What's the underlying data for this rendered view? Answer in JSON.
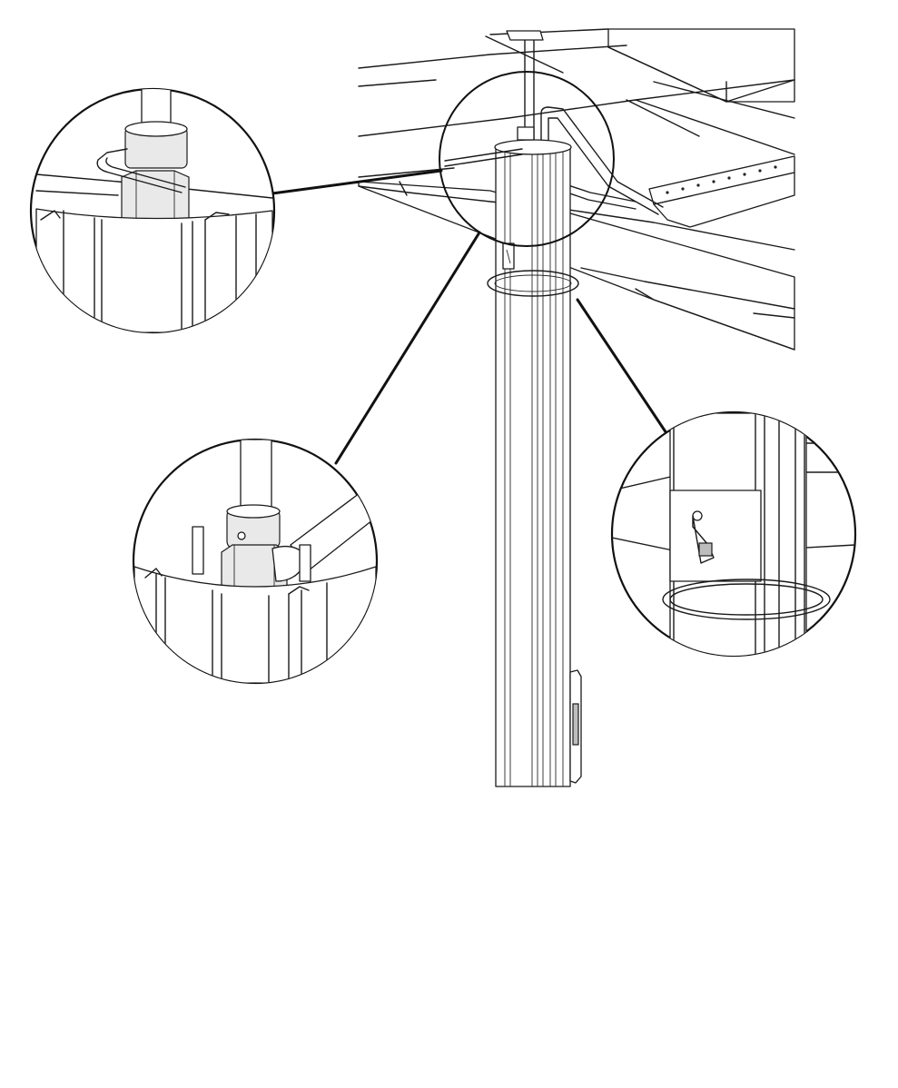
{
  "figure": {
    "background": "#ffffff",
    "line_color": "#1a1a1a",
    "components": [
      "ceiling-grid",
      "threaded-rod",
      "cable-tray",
      "column-pole",
      "ceiling-trim-ring",
      "access-hatch"
    ],
    "detail_callouts": [
      "detail-hex-key-set-screw",
      "detail-wrench-nut",
      "detail-ceiling-clip"
    ]
  }
}
